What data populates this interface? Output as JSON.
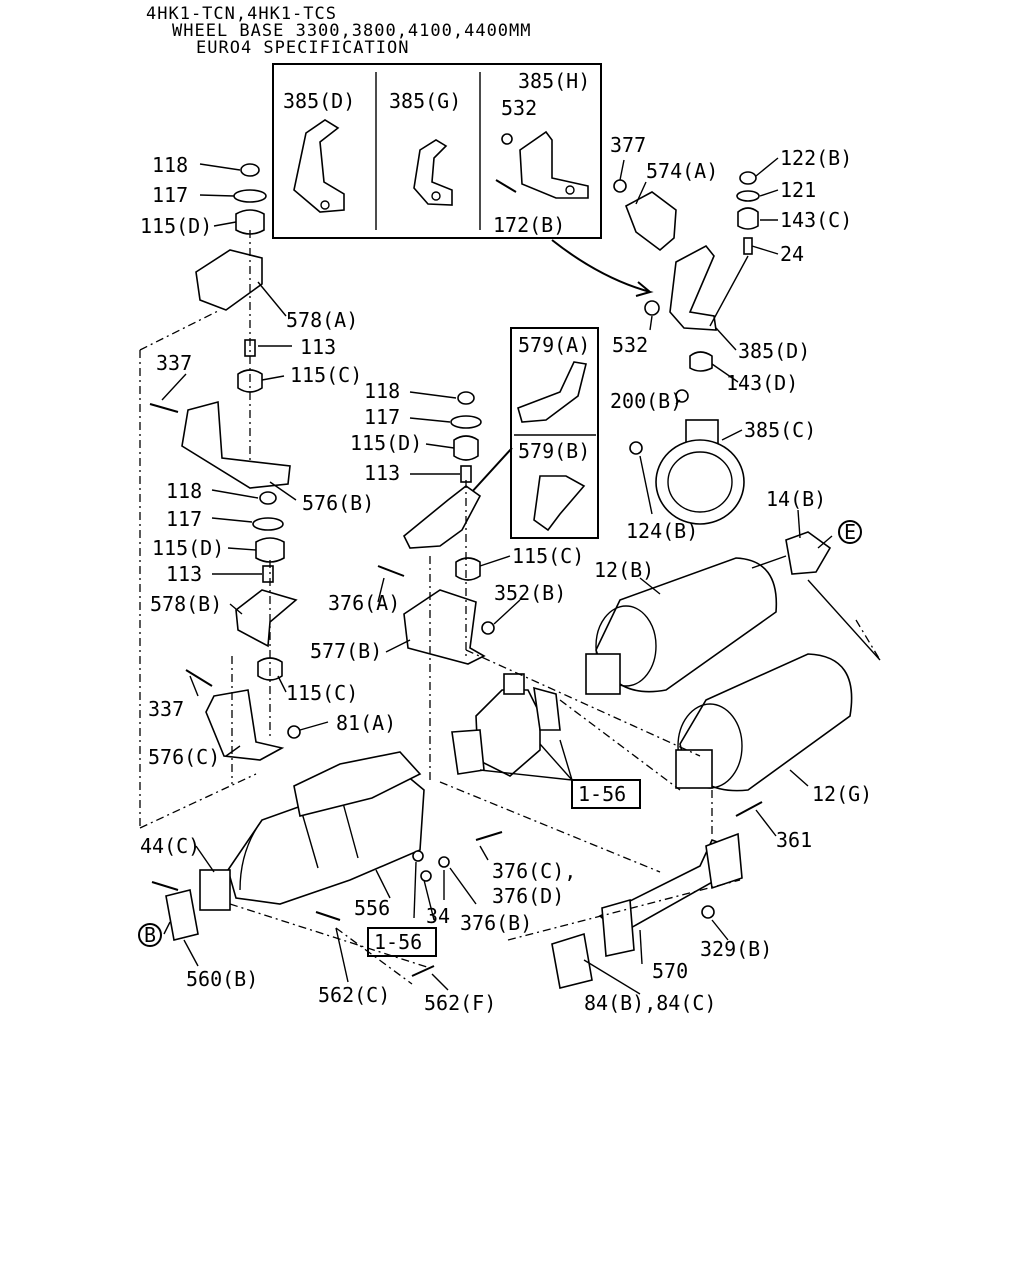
{
  "header": {
    "line1": "4HK1-TCN,4HK1-TCS",
    "line2": "WHEEL BASE 3300,3800,4100,4400MM",
    "line3": "EURO4 SPECIFICATION"
  },
  "inset_top": {
    "a": "385(D)",
    "b": "385(G)",
    "c": "385(H)",
    "c_nut": "532",
    "c_bolt": "172(B)"
  },
  "inset_mid": {
    "a": "579(A)",
    "b": "579(B)"
  },
  "callouts": {
    "l118a": "118",
    "l117a": "117",
    "l115Da": "115(D)",
    "l578A": "578(A)",
    "l113a": "113",
    "l115Ca": "115(C)",
    "l337a": "337",
    "l576B": "576(B)",
    "l118b": "118",
    "l117b": "117",
    "l115Db": "115(D)",
    "l113b": "113",
    "l578B": "578(B)",
    "l115Cb": "115(C)",
    "l337b": "337",
    "l81A": "81(A)",
    "l576C": "576(C)",
    "l118c": "118",
    "l117c": "117",
    "l115Dc": "115(D)",
    "l113c": "113",
    "l115Cc": "115(C)",
    "l376A": "376(A)",
    "l352B": "352(B)",
    "l577B": "577(B)",
    "l377": "377",
    "l574A": "574(A)",
    "l122B": "122(B)",
    "l121": "121",
    "l143C": "143(C)",
    "l24": "24",
    "l532": "532",
    "l385D": "385(D)",
    "l143D": "143(D)",
    "l200B": "200(B)",
    "l385C": "385(C)",
    "l124B": "124(B)",
    "l14B": "14(B)",
    "l12B": "12(B)",
    "l12G": "12(G)",
    "l361": "361",
    "l44C": "44(C)",
    "l556": "556",
    "l376C": "376(C),",
    "l376D": "376(D)",
    "l34": "34",
    "l376B": "376(B)",
    "l560B": "560(B)",
    "l562C": "562(C)",
    "l562F": "562(F)",
    "l570": "570",
    "l329B": "329(B)",
    "l84": "84(B),84(C)"
  },
  "refs": {
    "ref1": "1-56",
    "ref2": "1-56",
    "circleE": "E",
    "circleB": "B"
  }
}
